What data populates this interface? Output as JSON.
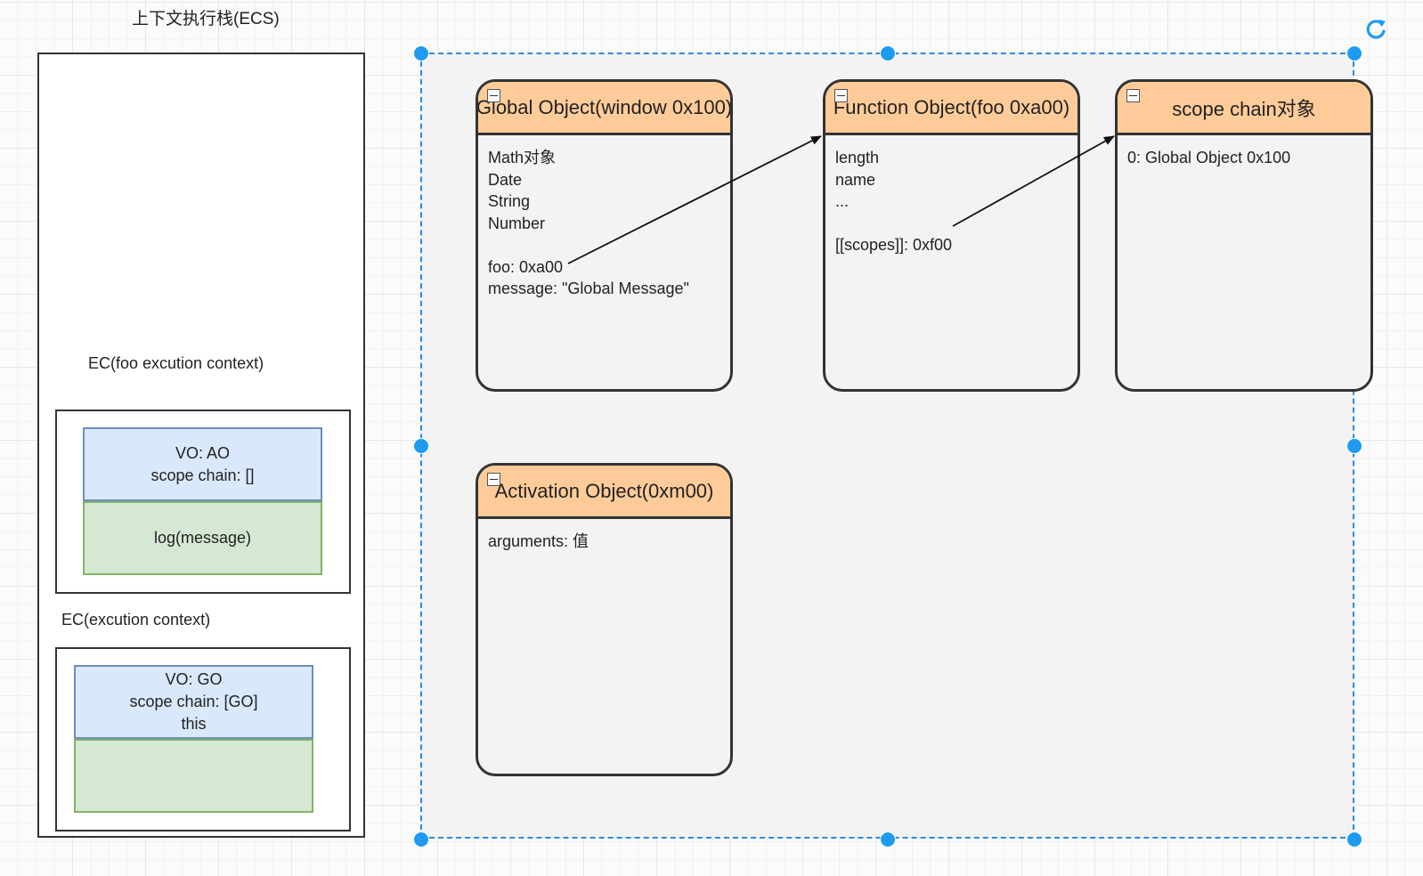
{
  "ecs": {
    "title": "上下文执行栈(ECS)",
    "foo_ec": {
      "label": "EC(foo excution context)",
      "vo_lines": [
        "VO: AO",
        "scope chain: []"
      ],
      "code": "log(message)"
    },
    "global_ec": {
      "label": "EC(excution context)",
      "vo_lines": [
        "VO: GO",
        "scope chain: [GO]",
        "this"
      ],
      "code": ""
    }
  },
  "heap": {
    "global_object": {
      "title": "Global Object(window 0x100)",
      "lines": [
        "Math对象",
        "Date",
        "String",
        "Number",
        "",
        "foo: 0xa00",
        "message: \"Global Message\""
      ]
    },
    "function_object": {
      "title": "Function Object(foo 0xa00)",
      "lines": [
        "length",
        "name",
        "...",
        "",
        "[[scopes]]: 0xf00"
      ]
    },
    "scope_chain_object": {
      "title": "scope chain对象",
      "lines": [
        "0: Global Object 0x100"
      ]
    },
    "activation_object": {
      "title": "Activation Object(0xm00)",
      "lines": [
        "arguments: 值"
      ]
    }
  },
  "icons": {
    "collapse": "minus-square-icon",
    "refresh": "refresh-icon"
  },
  "colors": {
    "header": "#ffcc99",
    "vo": "#dae8fc",
    "code": "#d5e8d4",
    "selection": "#1e9bf0"
  }
}
